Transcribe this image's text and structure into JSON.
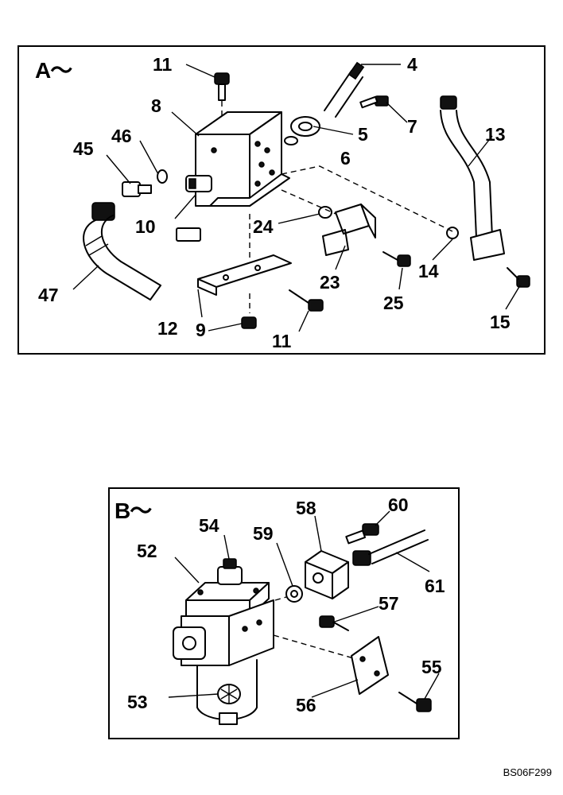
{
  "panel_a": {
    "title": "A～",
    "callouts": {
      "c4": "4",
      "c5": "5",
      "c6": "6",
      "c7": "7",
      "c8": "8",
      "c9": "9",
      "c10": "10",
      "c11a": "11",
      "c11b": "11",
      "c12": "12",
      "c13": "13",
      "c14": "14",
      "c15": "15",
      "c23": "23",
      "c24": "24",
      "c25": "25",
      "c45": "45",
      "c46": "46",
      "c47": "47"
    }
  },
  "panel_b": {
    "title": "B～",
    "callouts": {
      "c52": "52",
      "c53": "53",
      "c54": "54",
      "c55": "55",
      "c56": "56",
      "c57": "57",
      "c58": "58",
      "c59": "59",
      "c60": "60",
      "c61": "61"
    }
  },
  "figure_code": "BS06F299"
}
